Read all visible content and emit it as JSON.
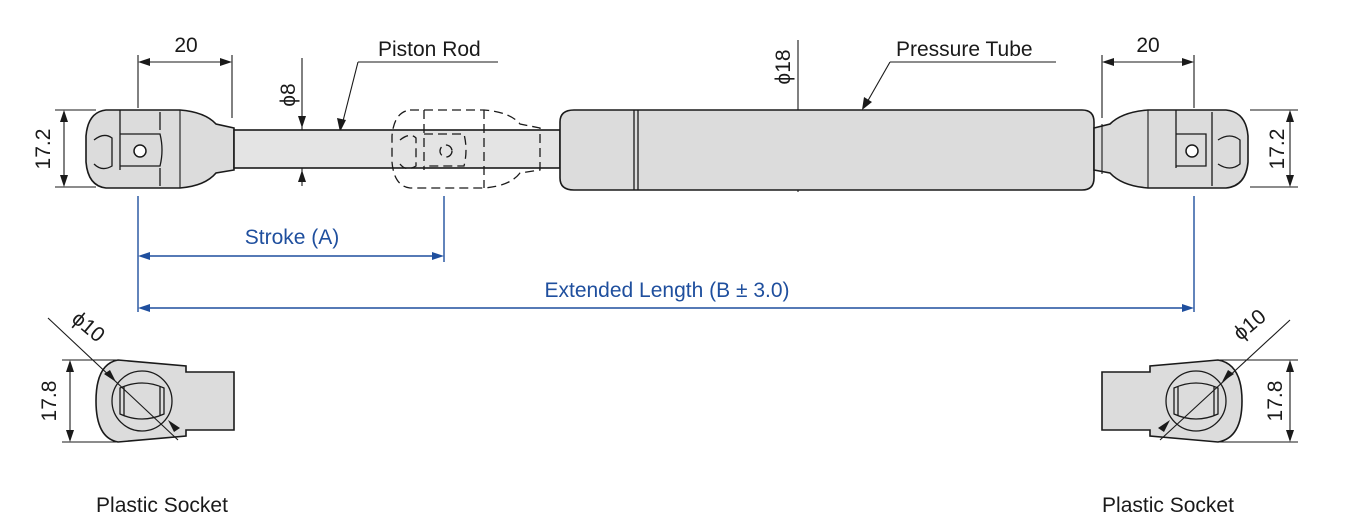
{
  "labels": {
    "piston_rod": "Piston Rod",
    "pressure_tube": "Pressure Tube",
    "stroke": "Stroke (A)",
    "extended_length": "Extended Length (B ± 3.0)",
    "socket_left": "Plastic Socket",
    "socket_right": "Plastic Socket"
  },
  "dimensions": {
    "end_length_left": "20",
    "end_length_right": "20",
    "rod_diameter": "ϕ8",
    "tube_diameter": "ϕ18",
    "end_height_left": "17.2",
    "end_height_right": "17.2",
    "socket_diameter_left": "ϕ10",
    "socket_diameter_right": "ϕ10",
    "socket_height_left": "17.8",
    "socket_height_right": "17.8"
  },
  "colors": {
    "line": "#1a1a1a",
    "dimension_blue": "#1f4f9e",
    "part_fill": "#dcdcdc"
  }
}
